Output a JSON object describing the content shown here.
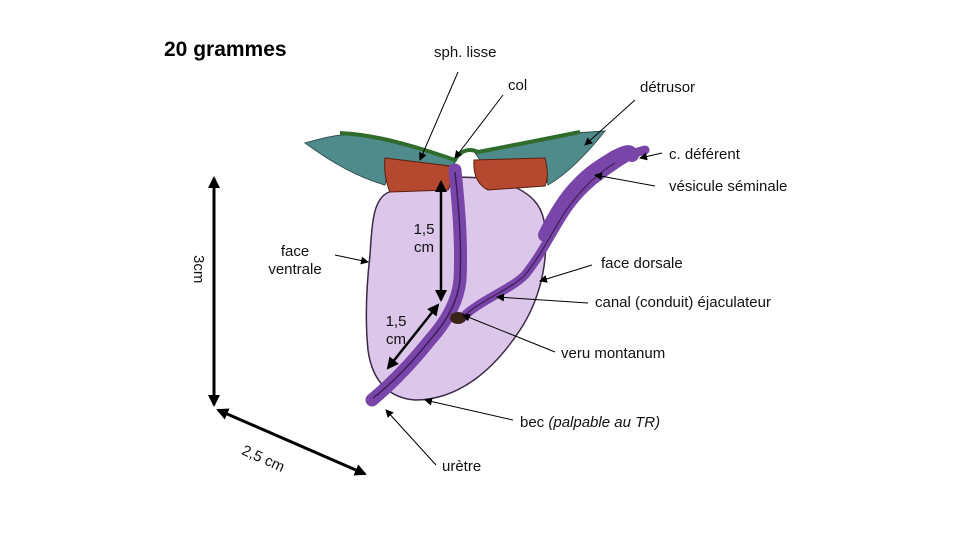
{
  "title": "20 grammes",
  "labels": {
    "sph_lisse": "sph. lisse",
    "col": "col",
    "detrusor": "détrusor",
    "c_deferent": "c. déférent",
    "vesicule_seminale": "vésicule séminale",
    "face_ventrale_line1": "face",
    "face_ventrale_line2": "ventrale",
    "face_dorsale": "face dorsale",
    "canal_ejaculateur": "canal (conduit) éjaculateur",
    "veru_montanum": "veru montanum",
    "bec": "bec",
    "bec_note": "(palpable au TR)",
    "uretre": "urètre",
    "dim_height": "3cm",
    "dim_depth": "2,5 cm",
    "dim_upper_line1": "1,5",
    "dim_upper_line2": "cm",
    "dim_lower_line1": "1,5",
    "dim_lower_line2": "cm"
  },
  "colors": {
    "gland": "#dcc6ea",
    "gland_outline": "#3a2a44",
    "sphincter": "#b4492f",
    "detrusor": "#4f8b8a",
    "mucosa_edge": "#2f6b2a",
    "urethra": "#7a45a8",
    "urethra_dark": "#3c1f58",
    "arrow": "#000000"
  }
}
